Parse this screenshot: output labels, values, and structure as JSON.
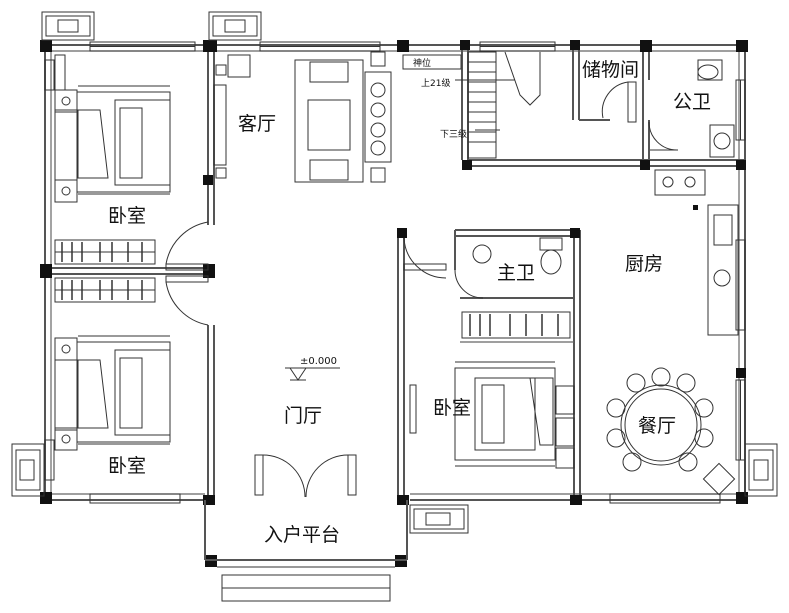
{
  "rooms": {
    "bedroom_top_left": "卧室",
    "bedroom_bottom_left": "卧室",
    "living_room": "客厅",
    "storage": "储物间",
    "public_bath": "公卫",
    "kitchen": "厨房",
    "master_bath": "主卫",
    "bedroom_center": "卧室",
    "foyer": "门厅",
    "dining": "餐厅",
    "entry_platform": "入户平台"
  },
  "annotations": {
    "shrine": "神位",
    "stairs_up": "上21级",
    "stairs_down": "下三级",
    "elevation": "±0.000"
  }
}
